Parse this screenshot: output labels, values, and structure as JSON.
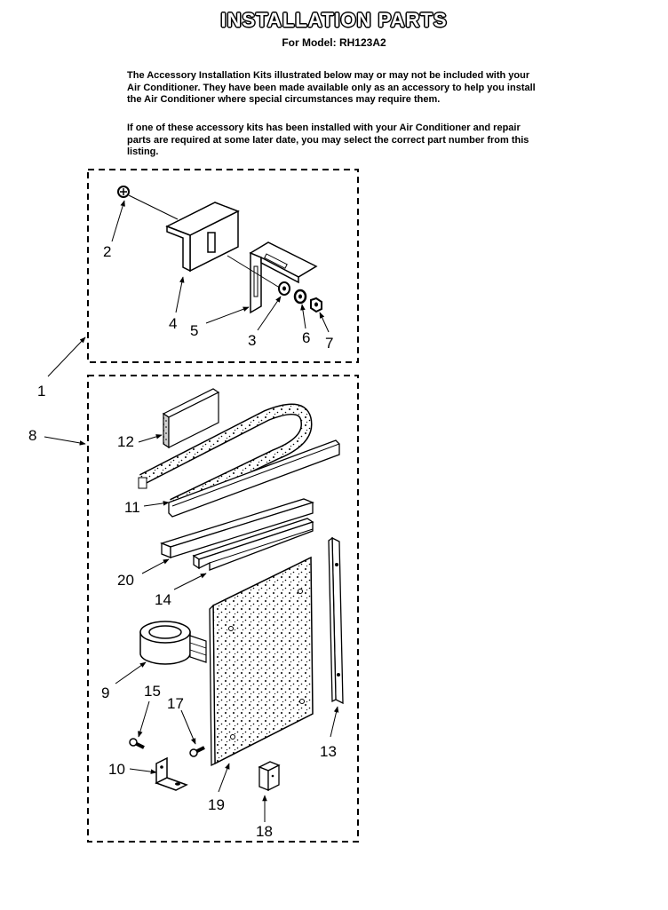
{
  "header": {
    "title": "INSTALLATION PARTS",
    "subtitle": "For Model: RH123A2"
  },
  "intro": {
    "paragraph_1": "The Accessory Installation Kits illustrated below may or may not be included with your Air Conditioner. They have been made available only as an accessory to help you install the Air Conditioner where special circumstances may require them.",
    "paragraph_2": "If one of these accessory kits has been installed with your Air Conditioner and repair parts are required at some later date, you may select the correct part number from this listing."
  },
  "callouts": {
    "c1": "1",
    "c2": "2",
    "c3": "3",
    "c4": "4",
    "c5": "5",
    "c6": "6",
    "c7": "7",
    "c8": "8",
    "c9": "9",
    "c10": "10",
    "c11": "11",
    "c12": "12",
    "c13": "13",
    "c14": "14",
    "c15": "15",
    "c17": "17",
    "c18": "18",
    "c19": "19",
    "c20": "20"
  },
  "colors": {
    "ink": "#000000",
    "paper": "#ffffff",
    "foam_fill": "#d6d6d6"
  }
}
